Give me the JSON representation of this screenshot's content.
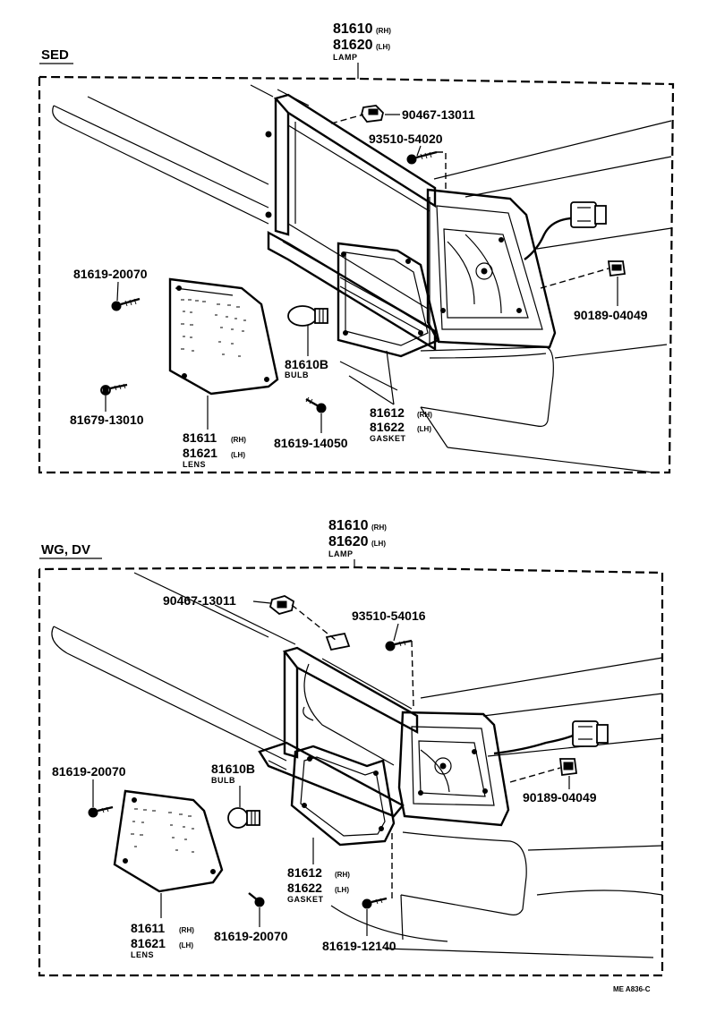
{
  "sections": {
    "sed": {
      "title": "SED",
      "lamp": {
        "pn_rh": "81610",
        "sfx_rh": "(RH)",
        "pn_lh": "81620",
        "sfx_lh": "(LH)",
        "caption": "LAMP"
      },
      "parts": {
        "nut": "90467-13011",
        "screw_top": "93510-54020",
        "clip": "90189-04049",
        "screw_left": "81619-20070",
        "bulb_pn": "81610B",
        "bulb_caption": "BULB",
        "screw_lower_left": "81679-13010",
        "screw_bottom": "81619-14050",
        "gasket": {
          "pn_rh": "81612",
          "sfx_rh": "(RH)",
          "pn_lh": "81622",
          "sfx_lh": "(LH)",
          "caption": "GASKET"
        },
        "lens": {
          "pn_rh": "81611",
          "sfx_rh": "(RH)",
          "pn_lh": "81621",
          "sfx_lh": "(LH)",
          "caption": "LENS"
        }
      }
    },
    "wg": {
      "title": "WG, DV",
      "lamp": {
        "pn_rh": "81610",
        "sfx_rh": "(RH)",
        "pn_lh": "81620",
        "sfx_lh": "(LH)",
        "caption": "LAMP"
      },
      "parts": {
        "nut": "90467-13011",
        "screw_top": "93510-54016",
        "clip": "90189-04049",
        "screw_left": "81619-20070",
        "bulb_pn": "81610B",
        "bulb_caption": "BULB",
        "screw_bottom": "81619-20070",
        "screw_right": "81619-12140",
        "gasket": {
          "pn_rh": "81612",
          "sfx_rh": "(RH)",
          "pn_lh": "81622",
          "sfx_lh": "(LH)",
          "caption": "GASKET"
        },
        "lens": {
          "pn_rh": "81611",
          "sfx_rh": "(RH)",
          "pn_lh": "81621",
          "sfx_lh": "(LH)",
          "caption": "LENS"
        }
      }
    }
  },
  "figure_code": "ME A836-C"
}
